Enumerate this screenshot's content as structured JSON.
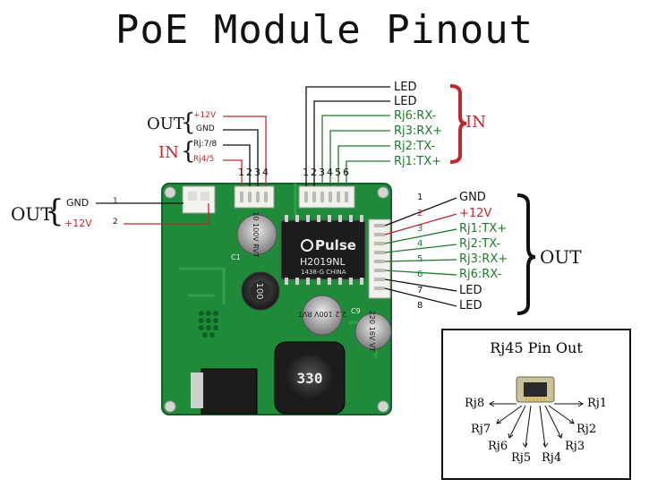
{
  "title": "PoE Module Pinout",
  "left_connector": {
    "group_label": "OUT",
    "pins": [
      {
        "num": "1",
        "label": "GND"
      },
      {
        "num": "2",
        "label": "+12V"
      }
    ]
  },
  "top_left_connector": {
    "out_label": "OUT",
    "in_label": "IN",
    "signals": [
      "+12V",
      "GND",
      "Rj:7/8",
      "Rj4/5"
    ],
    "pin_numbers": [
      "1",
      "2",
      "3",
      "4"
    ]
  },
  "top_right_connector": {
    "in_label": "IN",
    "signals": [
      "LED",
      "LED",
      "Rj6:RX-",
      "Rj3:RX+",
      "Rj2:TX-",
      "Rj1:TX+"
    ],
    "pin_numbers": [
      "1",
      "2",
      "3",
      "4",
      "5",
      "6"
    ]
  },
  "right_connector": {
    "group_label": "OUT",
    "pins": [
      {
        "num": "1",
        "label": "GND"
      },
      {
        "num": "2",
        "label": "+12V"
      },
      {
        "num": "3",
        "label": "Rj1:TX+"
      },
      {
        "num": "4",
        "label": "Rj2:TX-"
      },
      {
        "num": "5",
        "label": "Rj3:RX+"
      },
      {
        "num": "6",
        "label": "Rj6:RX-"
      },
      {
        "num": "7",
        "label": "LED"
      },
      {
        "num": "8",
        "label": "LED"
      }
    ]
  },
  "board": {
    "transformer_brand": "Pulse",
    "transformer_model": "H2019NL",
    "transformer_sub": "1438-G CHINA",
    "cap1_text": "10 100V RVT",
    "cap2_text": "2.2 100V RVT",
    "cap3_text": "220 16V VT",
    "inductor_small_text": "100",
    "inductor_big_text": "330",
    "silk_c1": "C1",
    "silk_c9": "C9"
  },
  "rj45": {
    "title": "Rj45 Pin Out",
    "pins": [
      "Rj8",
      "Rj1",
      "Rj7",
      "Rj2",
      "Rj6",
      "Rj3",
      "Rj5",
      "Rj4"
    ]
  },
  "colors": {
    "red": "#c0282f",
    "green": "#1f7a2c",
    "pcb": "#1f8a3a"
  }
}
